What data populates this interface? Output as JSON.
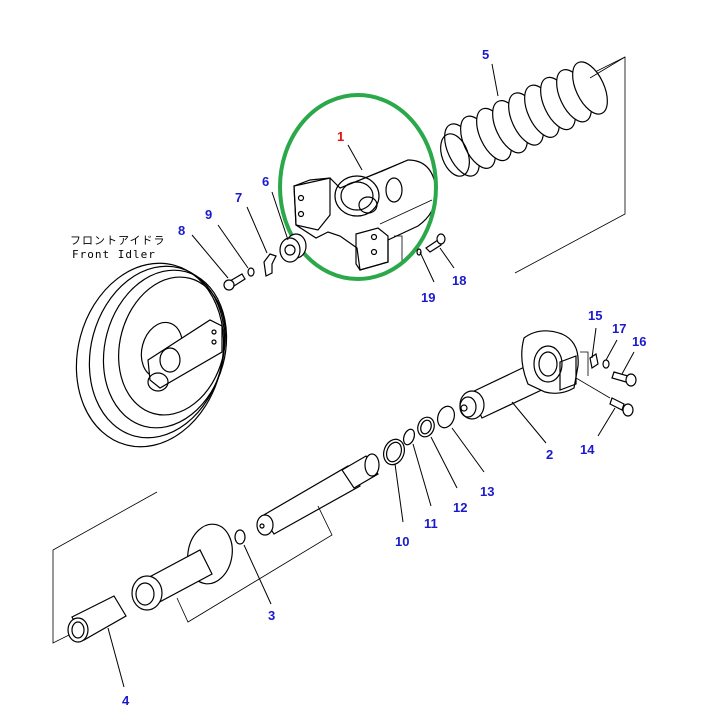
{
  "diagram": {
    "type": "exploded-parts-diagram",
    "caption": {
      "japanese": "フロントアイドラ",
      "english": "Front Idler"
    },
    "highlight": {
      "part": "1",
      "color": "#2aa84a",
      "shape": "ellipse"
    },
    "colors": {
      "callout": "#1a1acc",
      "callout_highlight": "#e01010",
      "line": "#000000"
    },
    "callouts": [
      {
        "id": "1",
        "label": "1",
        "highlighted": true
      },
      {
        "id": "2",
        "label": "2"
      },
      {
        "id": "3",
        "label": "3"
      },
      {
        "id": "4",
        "label": "4"
      },
      {
        "id": "5",
        "label": "5"
      },
      {
        "id": "6",
        "label": "6"
      },
      {
        "id": "7",
        "label": "7"
      },
      {
        "id": "8",
        "label": "8"
      },
      {
        "id": "9",
        "label": "9"
      },
      {
        "id": "10",
        "label": "10"
      },
      {
        "id": "11",
        "label": "11"
      },
      {
        "id": "12",
        "label": "12"
      },
      {
        "id": "13",
        "label": "13"
      },
      {
        "id": "14",
        "label": "14"
      },
      {
        "id": "15",
        "label": "15"
      },
      {
        "id": "16",
        "label": "16"
      },
      {
        "id": "17",
        "label": "17"
      },
      {
        "id": "18",
        "label": "18"
      },
      {
        "id": "19",
        "label": "19"
      }
    ]
  }
}
